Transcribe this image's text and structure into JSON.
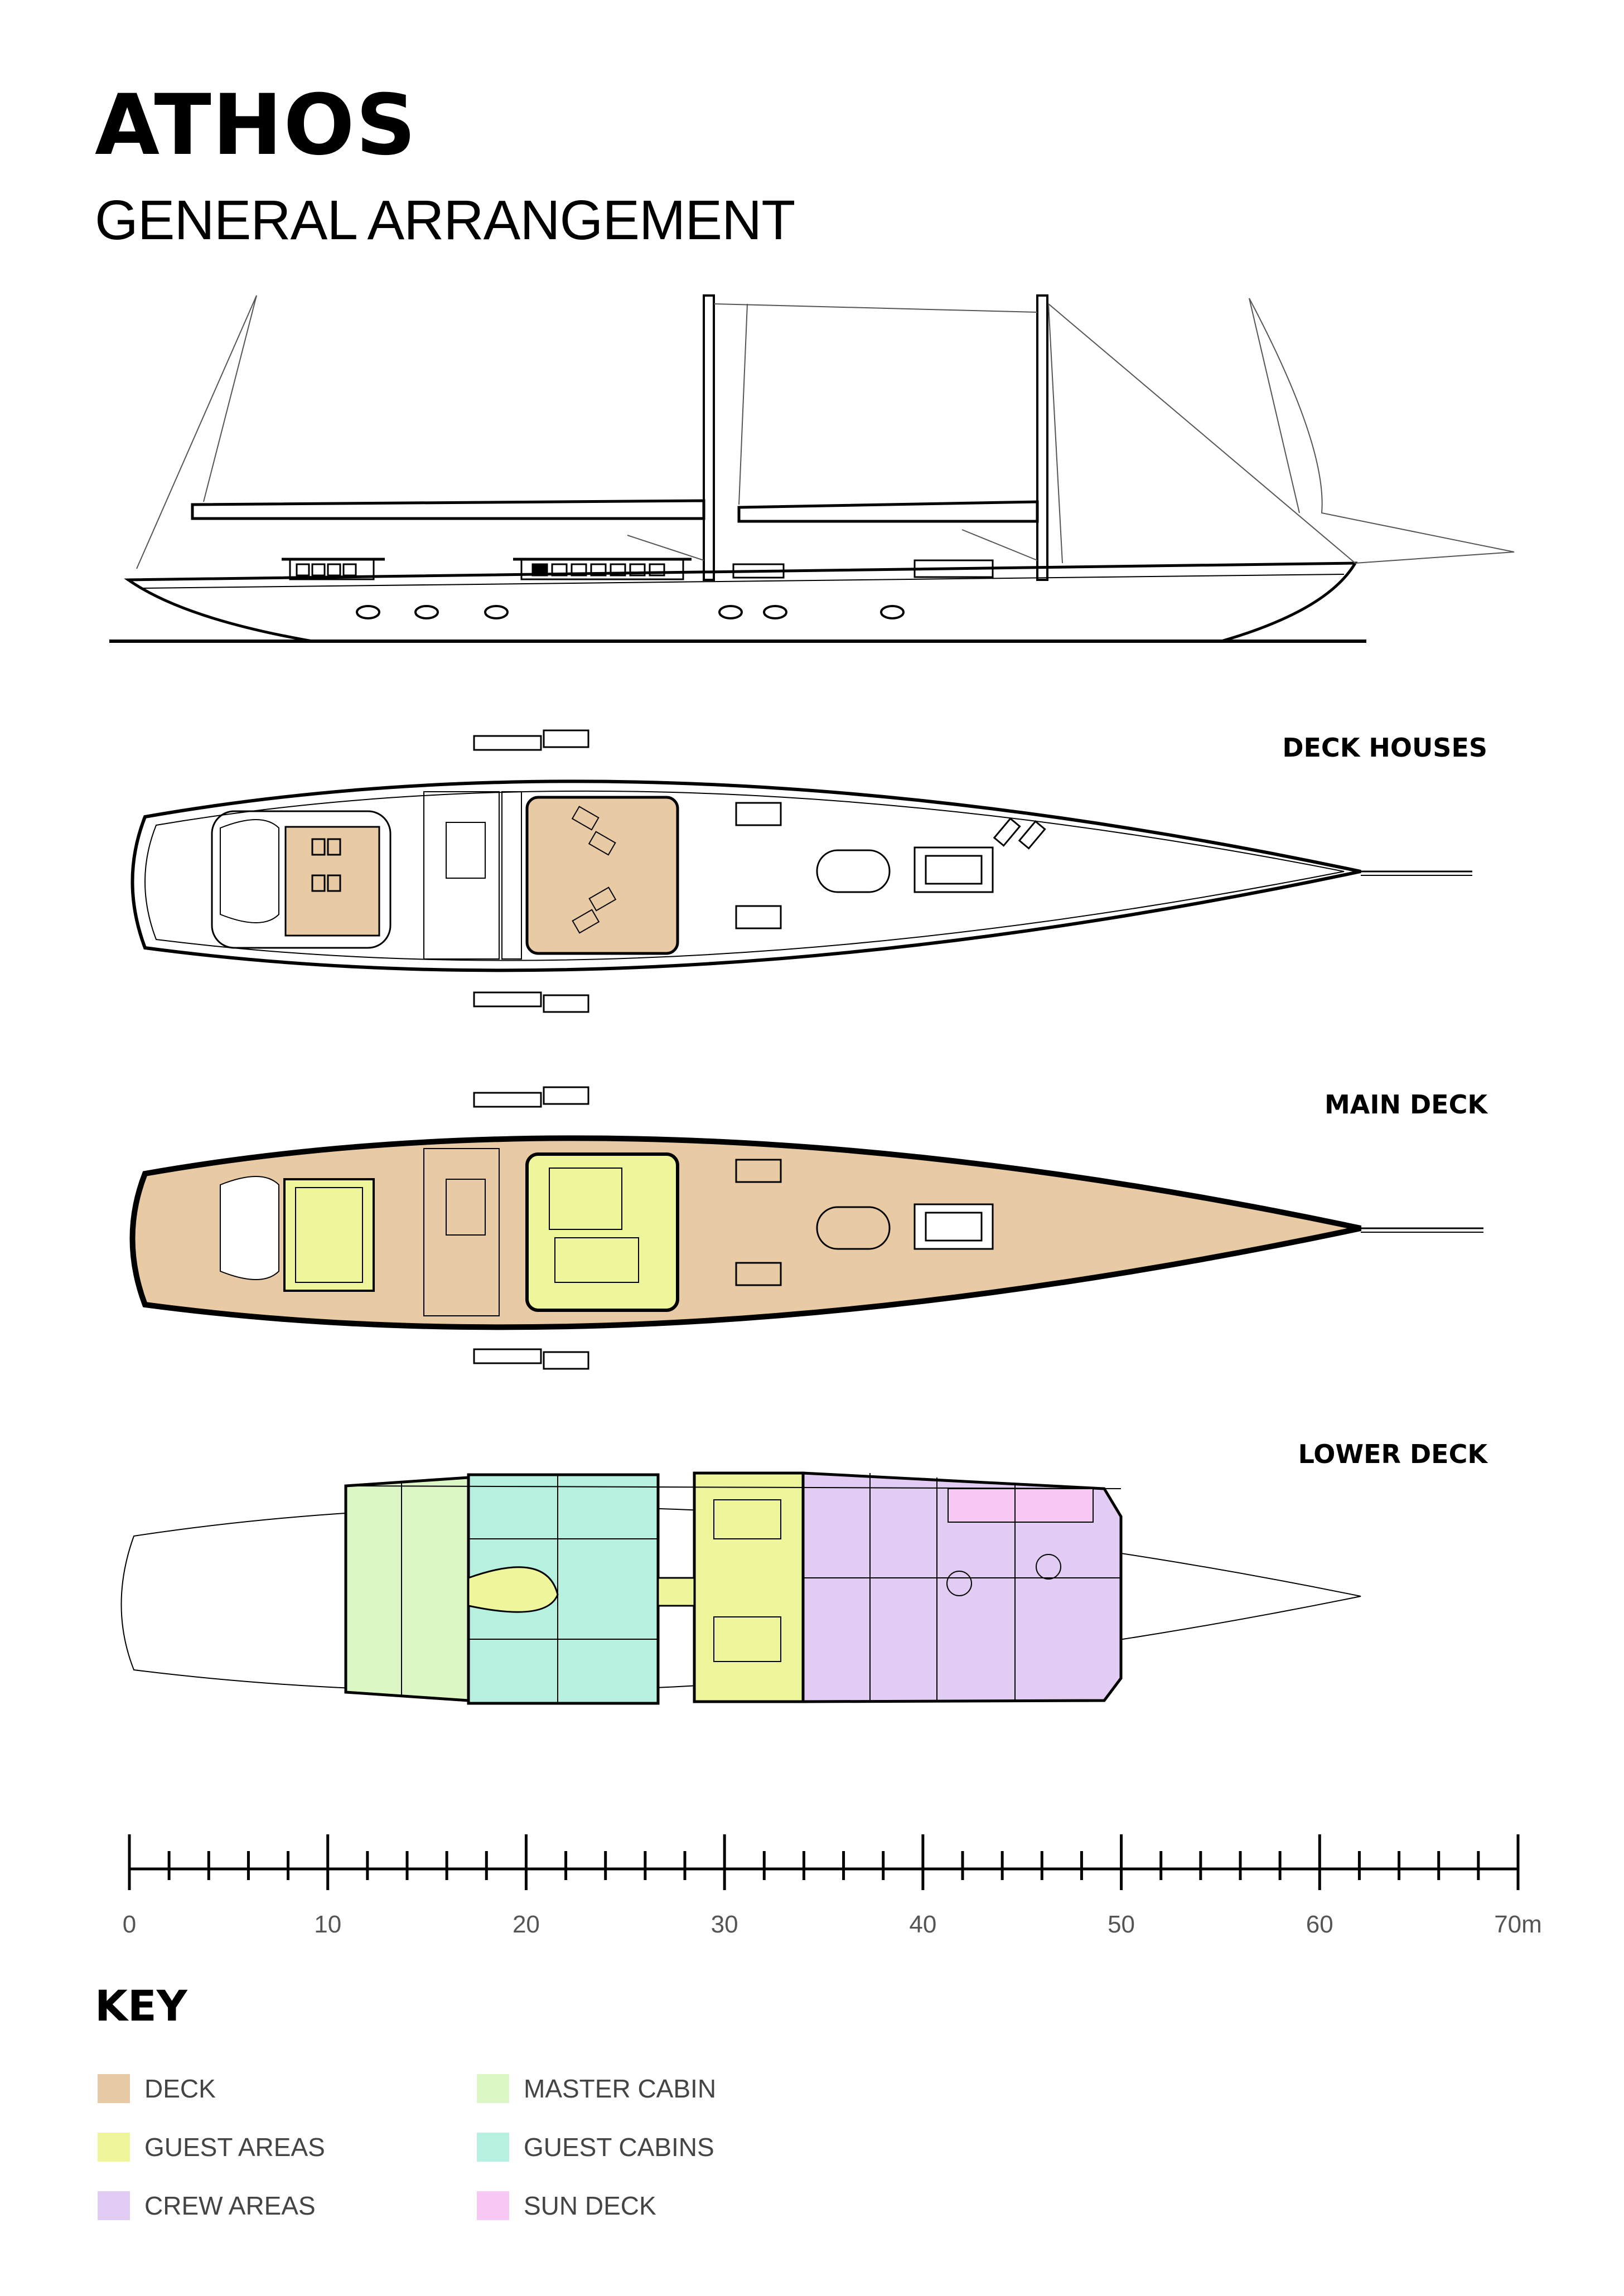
{
  "header": {
    "title": "ATHOS",
    "subtitle": "GENERAL ARRANGEMENT"
  },
  "sections": {
    "deck_houses": "DECK HOUSES",
    "main_deck": "MAIN DECK",
    "lower_deck": "LOWER DECK"
  },
  "scale": {
    "ticks": [
      "0",
      "10",
      "20",
      "30",
      "40",
      "50",
      "60",
      "70m"
    ],
    "max_m": 70,
    "minor_step_m": 2
  },
  "key": {
    "heading": "KEY",
    "items": [
      {
        "label": "DECK",
        "color": "#e8caa4"
      },
      {
        "label": "GUEST AREAS",
        "color": "#eef59a"
      },
      {
        "label": "CREW AREAS",
        "color": "#e2ccf4"
      },
      {
        "label": "MASTER CABIN",
        "color": "#dcf6c6"
      },
      {
        "label": "GUEST CABINS",
        "color": "#b6f0e0"
      },
      {
        "label": "SUN DECK",
        "color": "#f8c8f4"
      }
    ]
  },
  "colors": {
    "line": "#000000",
    "thin_line": "#555555",
    "deck": "#e8caa4",
    "guest_areas": "#eef59a",
    "crew_areas": "#e2ccf4",
    "master_cabin": "#dcf6c6",
    "guest_cabins": "#b6f0e0",
    "sun_deck": "#f8c8f4"
  },
  "icons": [
    "boat-profile-icon",
    "deck-plan-icon",
    "scale-bar-icon",
    "color-swatch-icon"
  ]
}
